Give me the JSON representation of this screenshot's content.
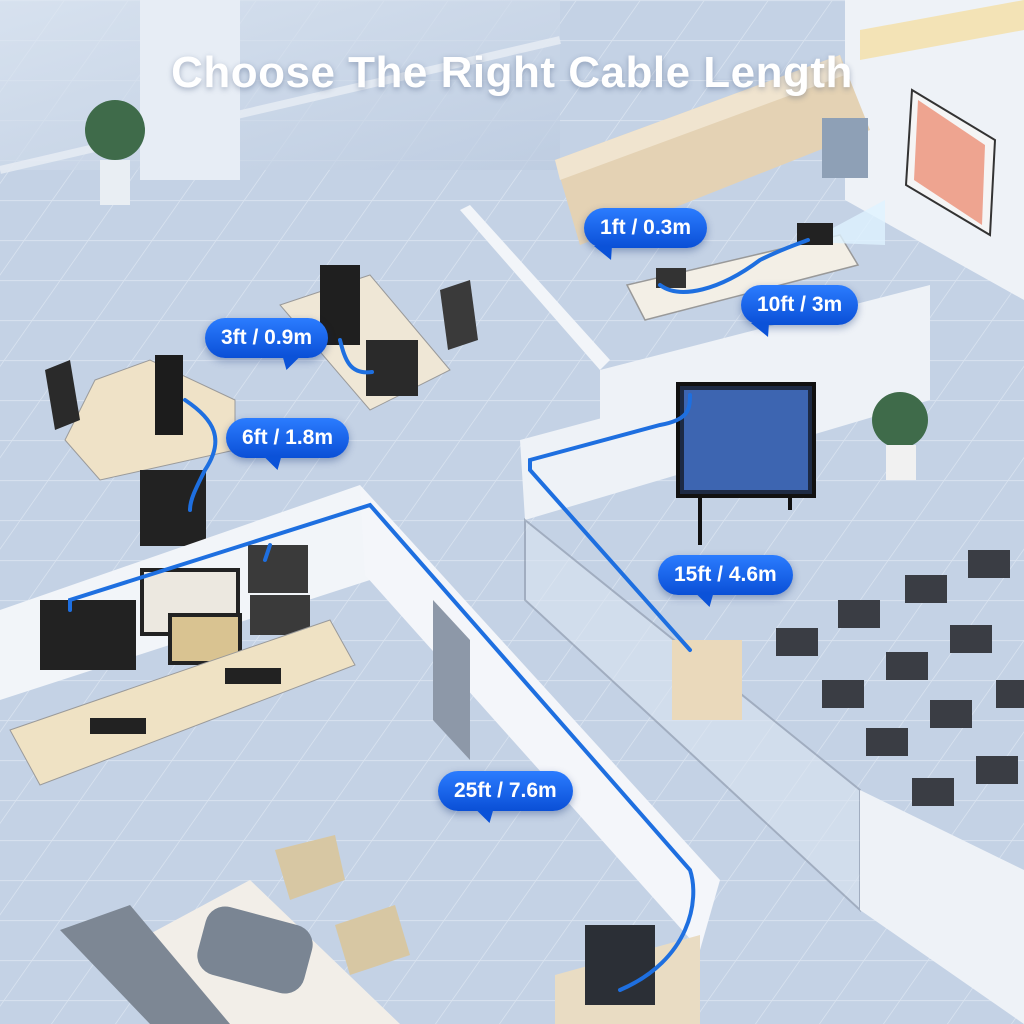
{
  "title": "Choose The Right Cable Length",
  "labels": {
    "l1": "1ft / 0.3m",
    "l2": "10ft / 3m",
    "l3": "3ft / 0.9m",
    "l4": "6ft / 1.8m",
    "l5": "15ft / 4.6m",
    "l6": "25ft / 7.6m"
  },
  "colors": {
    "badge": "#1565f0",
    "cable": "#1e6fe0",
    "floor": "#c6d4e6",
    "wall": "#f1f4f8"
  }
}
